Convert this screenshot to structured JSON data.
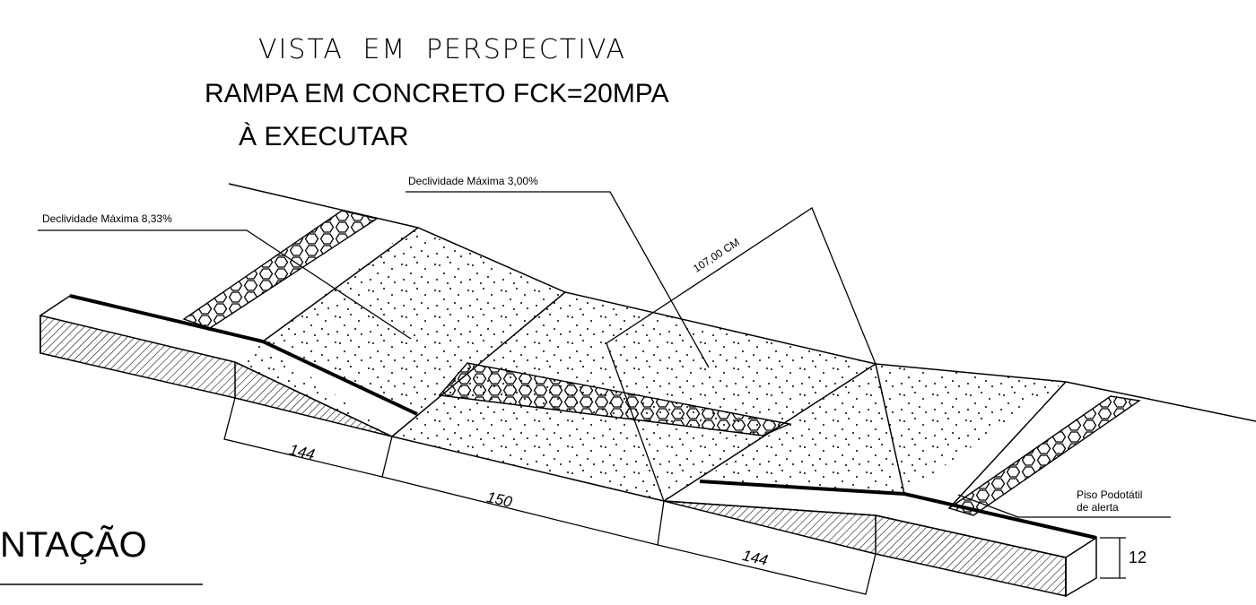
{
  "title": {
    "line1": "VISTA EM PERSPECTIVA",
    "line2": "RAMPA EM CONCRETO FCK=20MPA",
    "line3": "À EXECUTAR"
  },
  "callouts": {
    "slope_ramp": "Declividade Máxima 8,33%",
    "slope_landing": "Declividade Máxima 3,00%",
    "width": "107,00 CM",
    "tactile_line1": "Piso Podotátil",
    "tactile_line2": "de alerta"
  },
  "dimensions": {
    "ramp_left": "144",
    "landing": "150",
    "ramp_right": "144",
    "curb_height": "12"
  },
  "section_heading": "NTAÇÃO",
  "colors": {
    "ink": "#000000",
    "paper": "#ffffff"
  }
}
